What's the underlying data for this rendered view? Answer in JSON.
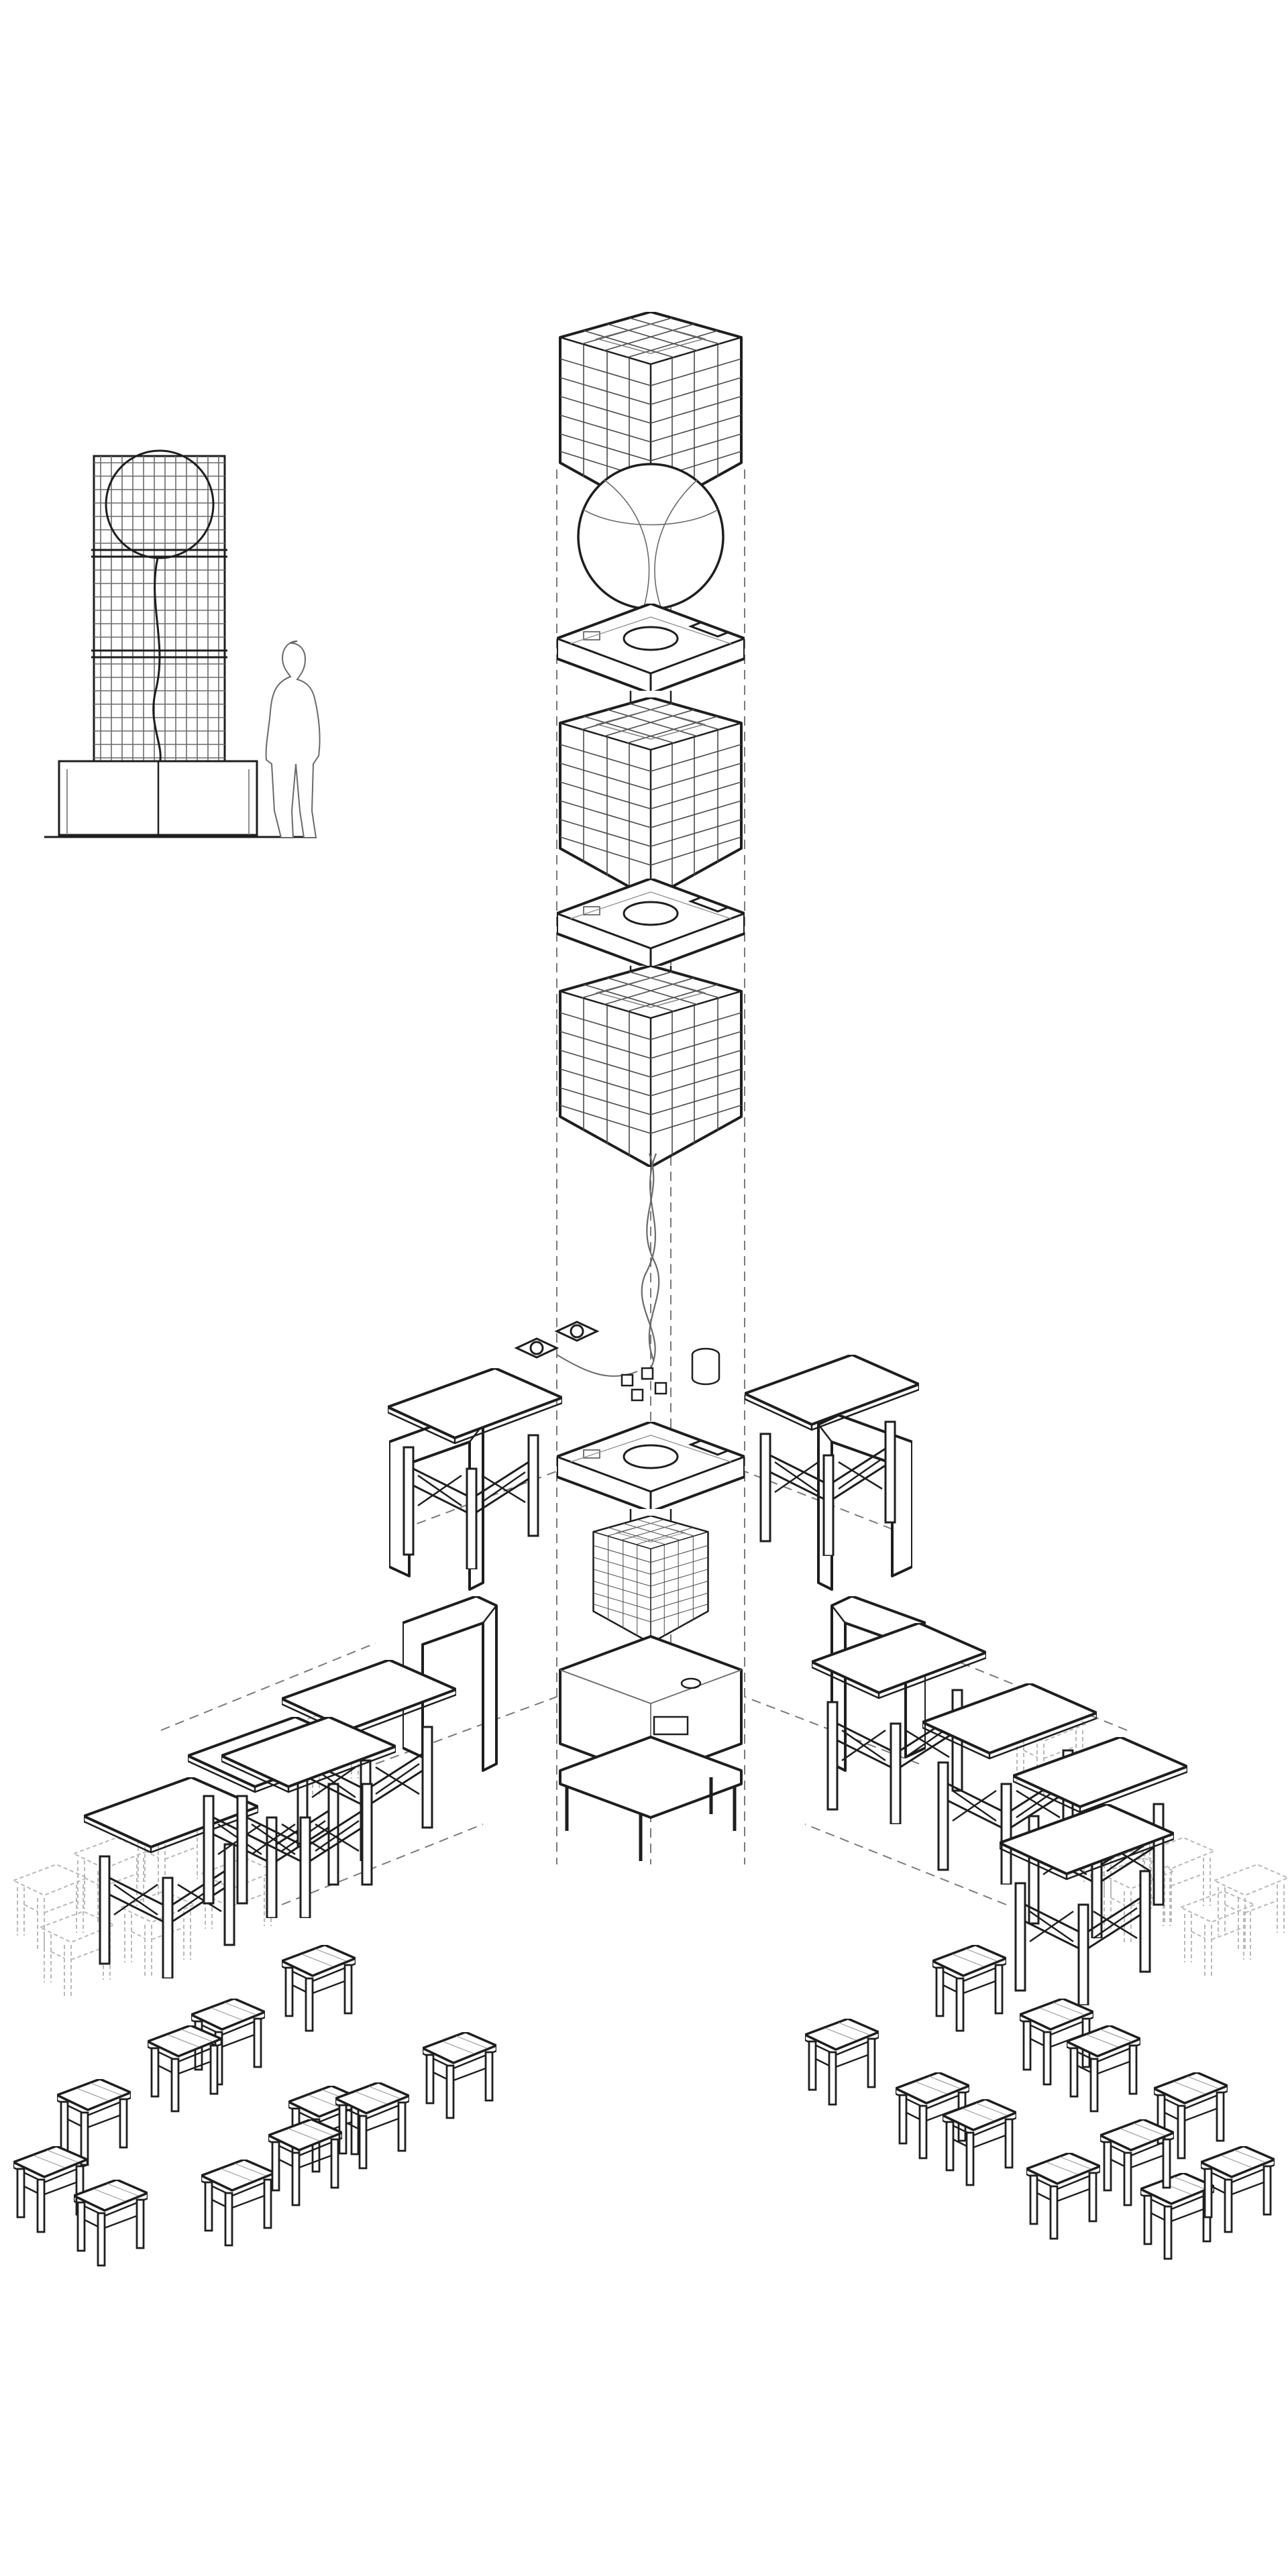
{
  "diagram": {
    "style": "exploded-axonometric-line-drawing",
    "colors": {
      "background": "#ffffff",
      "line": "#1e1e1e",
      "fine_line": "#6a6a6a",
      "ghost_line": "#b9b9b9",
      "projection_dash": "#7a7a7a"
    },
    "elevation_inset": {
      "components": [
        "tower-frame",
        "sphere",
        "base-planter",
        "human-figure-scale"
      ]
    },
    "exploded_tower": {
      "components_top_to_bottom": [
        "top-cage-module",
        "sphere",
        "intermediate-deck-plate",
        "middle-cage-module",
        "intermediate-deck-plate",
        "lower-cage-module",
        "cable-bundle",
        "pumps-and-tank",
        "base-deck-plate",
        "short-cage-module",
        "base-tank-box",
        "footing-platform"
      ]
    },
    "furniture": {
      "counts": {
        "left_tables": 5,
        "right_tables": 5,
        "left_stools": 11,
        "right_stools": 11,
        "u_frames": 4
      }
    }
  }
}
